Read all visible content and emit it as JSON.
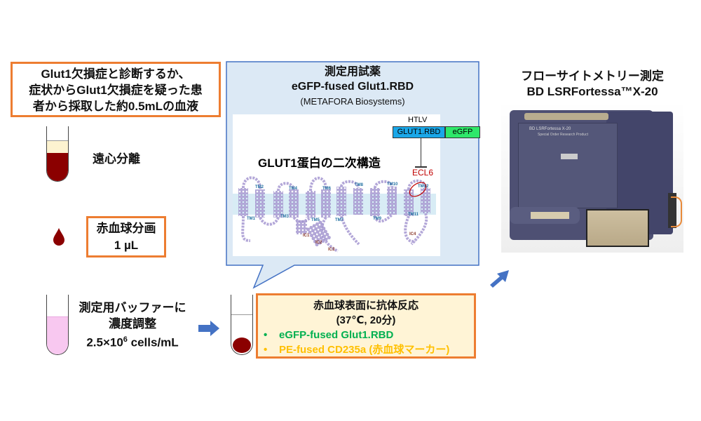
{
  "patient_box": {
    "lines": [
      "Glut1欠損症と診断するか、",
      "症状からGlut1欠損症を疑った患",
      "者から採取した約0.5mLの血液"
    ]
  },
  "centrifuge_label": "遠心分離",
  "rbc_fraction_box": {
    "line1": "赤血球分画",
    "line2": "1 µL"
  },
  "buffer_text": {
    "line1": "測定用バッファーに",
    "line2": "濃度調整",
    "line3_prefix": "2.5×10",
    "line3_exp": "6",
    "line3_suffix": " cells/mL"
  },
  "reaction_box": {
    "title": "赤血球表面に抗体反応",
    "conditions": "(37℃, 20分)",
    "items": [
      {
        "bullet": "•",
        "label": "eGFP-fused Glut1.RBD",
        "color": "#00b050"
      },
      {
        "bullet": "•",
        "label": "PE-fused CD235a (赤血球マーカー)",
        "color": "#ffc000"
      }
    ]
  },
  "reagent_callout": {
    "title": "測定用試薬",
    "name": "eGFP-fused Glut1.RBD",
    "maker": "(METAFORA Biosystems)"
  },
  "structure_figure": {
    "title": "GLUT1蛋白の二次構造",
    "htlv": "HTLV",
    "rbd": "GLUT1.RBD",
    "egfp": "eGFP",
    "target": "ECL6",
    "tm_labels": [
      "TM1",
      "TM2",
      "TM3",
      "TM4",
      "TM5",
      "TM6",
      "TM7",
      "TM8",
      "TM9",
      "TM10",
      "TM11",
      "TM12"
    ],
    "ic_labels": [
      "IC1",
      "IC2",
      "IC3",
      "IC4"
    ]
  },
  "instrument": {
    "title_line1": "フローサイトメトリー測定",
    "title_line2": "BD LSRFortessa™X-20",
    "panel_brand": "BD LSRFortessa X-20",
    "panel_sub": "Special Order Research Product"
  },
  "colors": {
    "orange": "#ed7d31",
    "callout_bg": "#dce9f5",
    "arrow": "#4472c4",
    "blood": "#8b0000",
    "pink": "#f8c8f0",
    "rbd_blue": "#1aa7e8",
    "egfp_green": "#2ee86a",
    "ecl6_red": "#c00000"
  }
}
